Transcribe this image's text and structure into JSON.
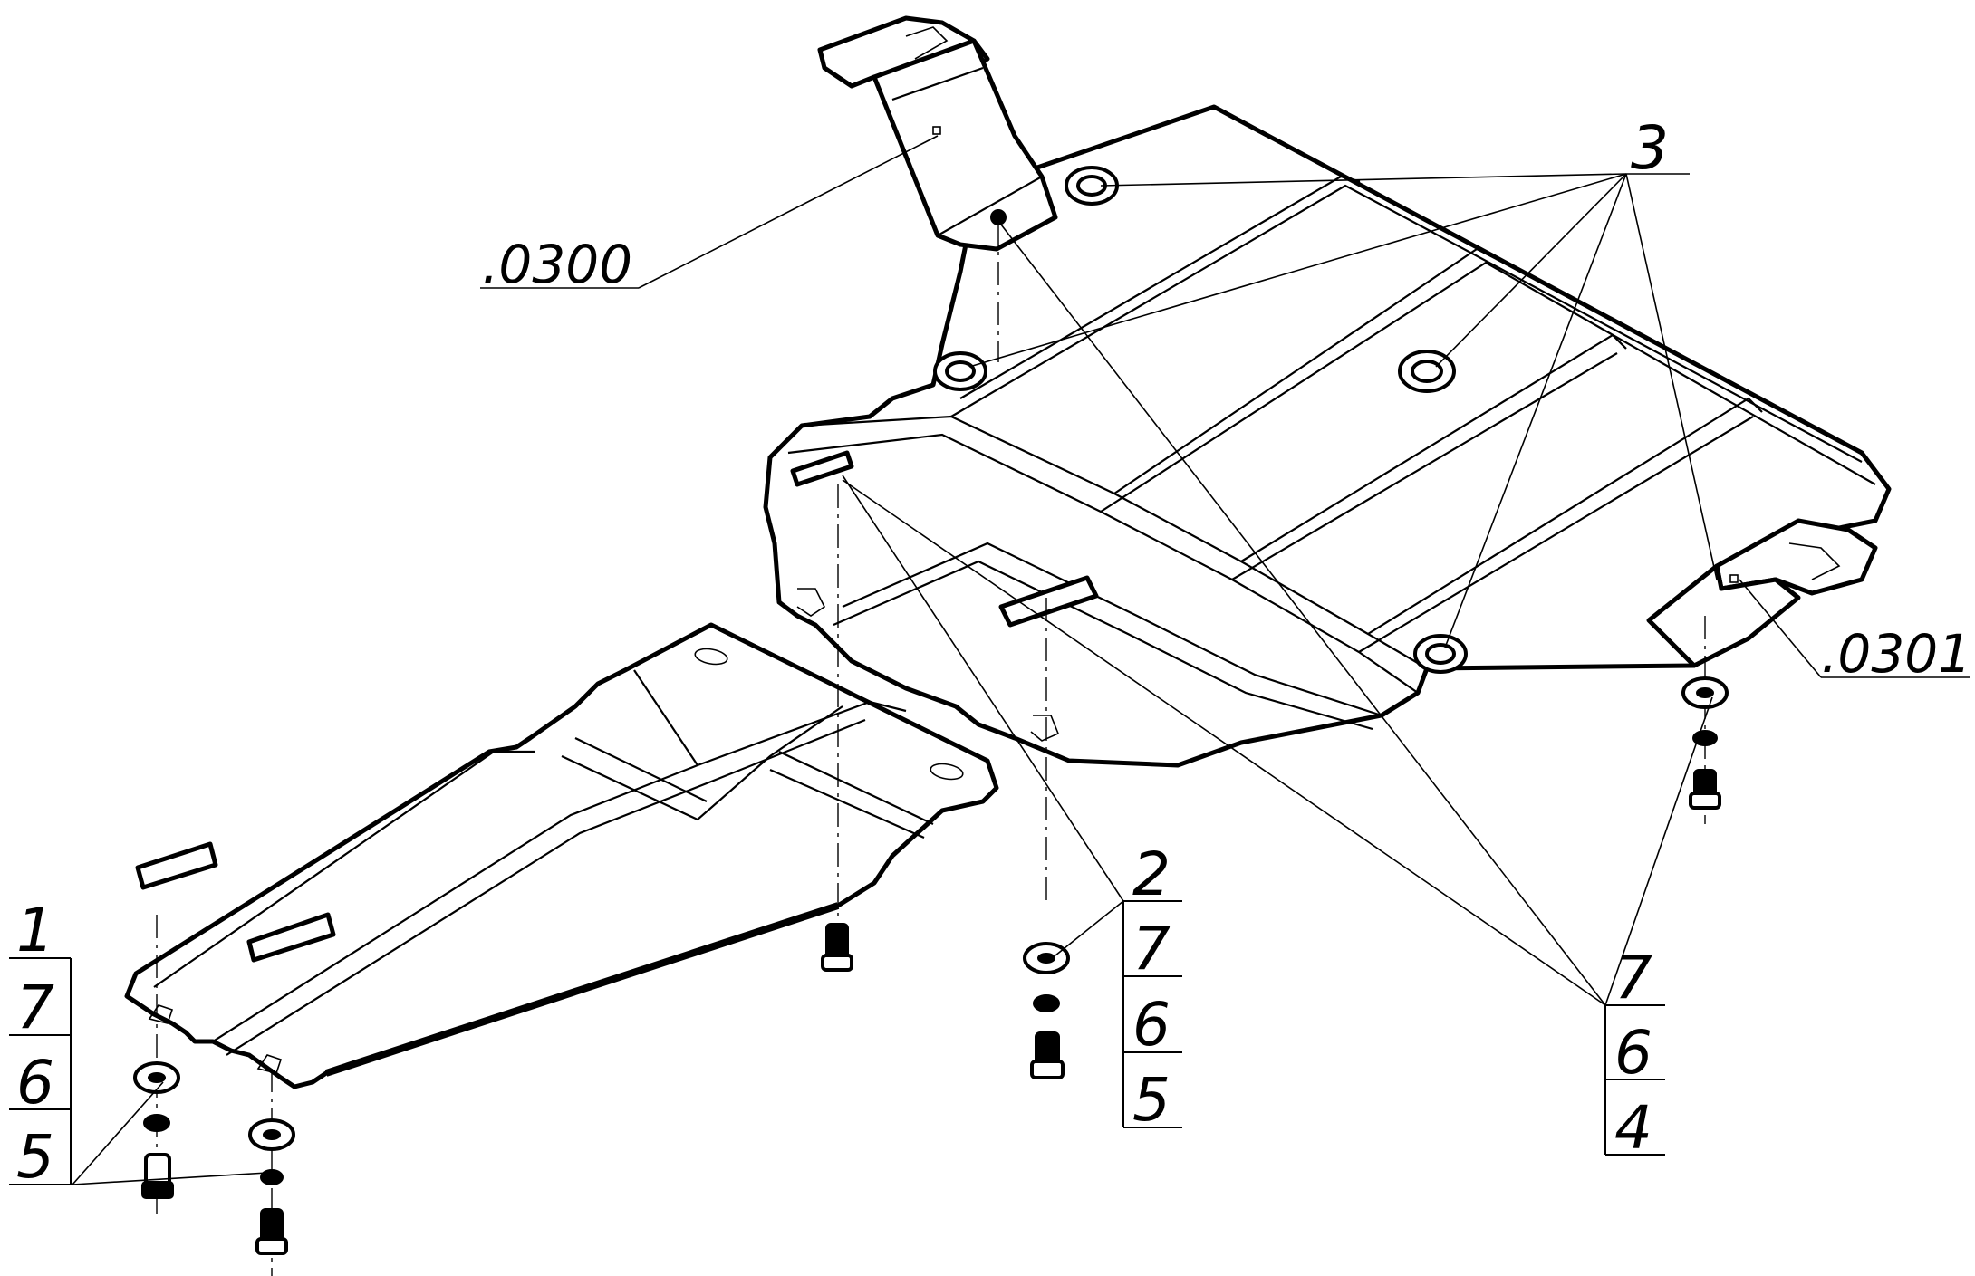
{
  "drawing": {
    "part_refs": {
      "part_0300": ".0300",
      "part_0301": ".0301"
    },
    "callouts": {
      "left_stack": [
        "1",
        "7",
        "6",
        "5"
      ],
      "middle_stack": [
        "2",
        "7",
        "6",
        "5"
      ],
      "top_ref": "3",
      "right_stack": [
        "7",
        "6",
        "4"
      ]
    }
  }
}
